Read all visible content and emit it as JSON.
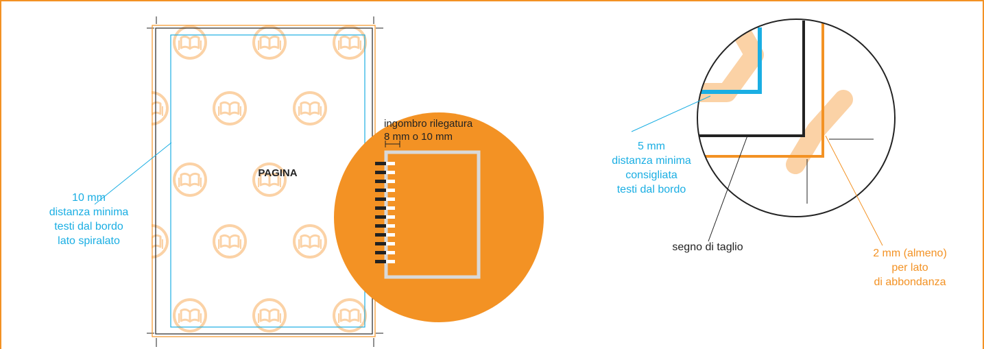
{
  "colors": {
    "accent_orange": "#f39224",
    "guide_blue": "#1aaee3",
    "pattern_peach": "#fbd2a6",
    "cut_black": "#222222",
    "binding_gray": "#d9d9d9"
  },
  "page": {
    "title": "PAGINA",
    "pattern_icon": "book-icon"
  },
  "annotations": {
    "left_margin": {
      "line1": "10 mm",
      "line2": "distanza minima",
      "line3": "testi dal bordo",
      "line4": "lato spiralato"
    },
    "binding": {
      "line1": "ingombro rilegatura",
      "line2": "8 mm o 10 mm"
    },
    "safe_margin": {
      "line1": "5 mm",
      "line2": "distanza minima",
      "line3": "consigliata",
      "line4": "testi dal bordo"
    },
    "cut_mark": {
      "text": "segno di taglio"
    },
    "bleed": {
      "line1": "2 mm (almeno)",
      "line2": "per lato",
      "line3": "di abbondanza"
    }
  }
}
